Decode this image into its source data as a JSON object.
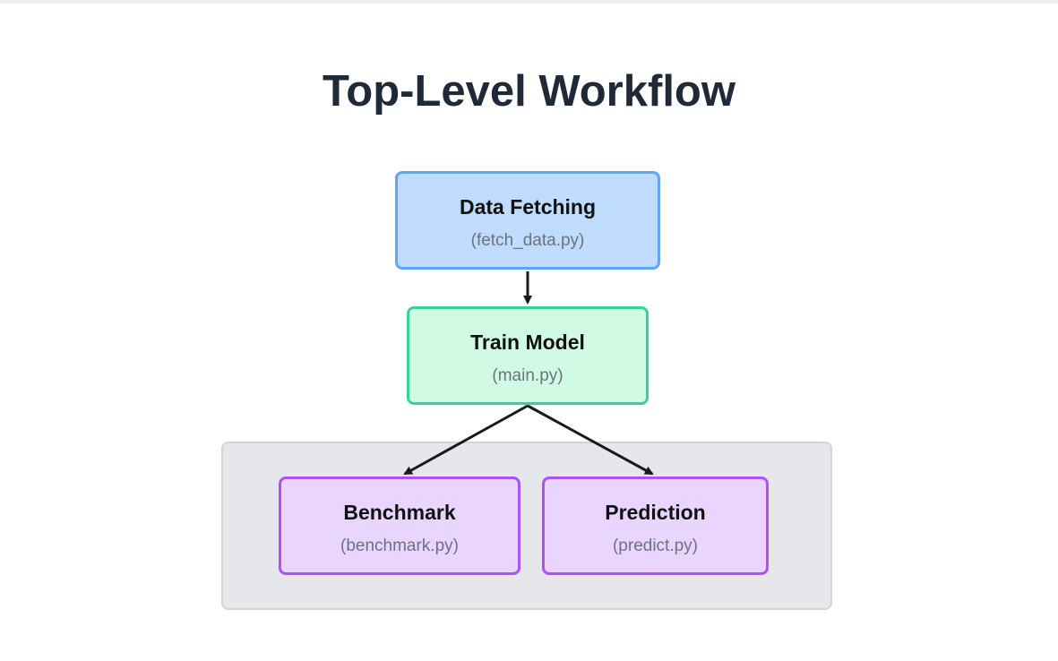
{
  "title": "Top-Level Workflow",
  "nodes": {
    "fetch": {
      "label": "Data Fetching",
      "file": "(fetch_data.py)"
    },
    "train": {
      "label": "Train Model",
      "file": "(main.py)"
    },
    "benchmark": {
      "label": "Benchmark",
      "file": "(benchmark.py)"
    },
    "predict": {
      "label": "Prediction",
      "file": "(predict.py)"
    }
  },
  "colors": {
    "fetch_fill": "#bfdbfe",
    "fetch_border": "#60a5fa",
    "train_fill": "#d1fae5",
    "train_border": "#34d399",
    "leaf_fill": "#e9d5ff",
    "leaf_border": "#a855f7",
    "group_fill": "#e5e7eb",
    "edge": "#1a1a1a"
  }
}
